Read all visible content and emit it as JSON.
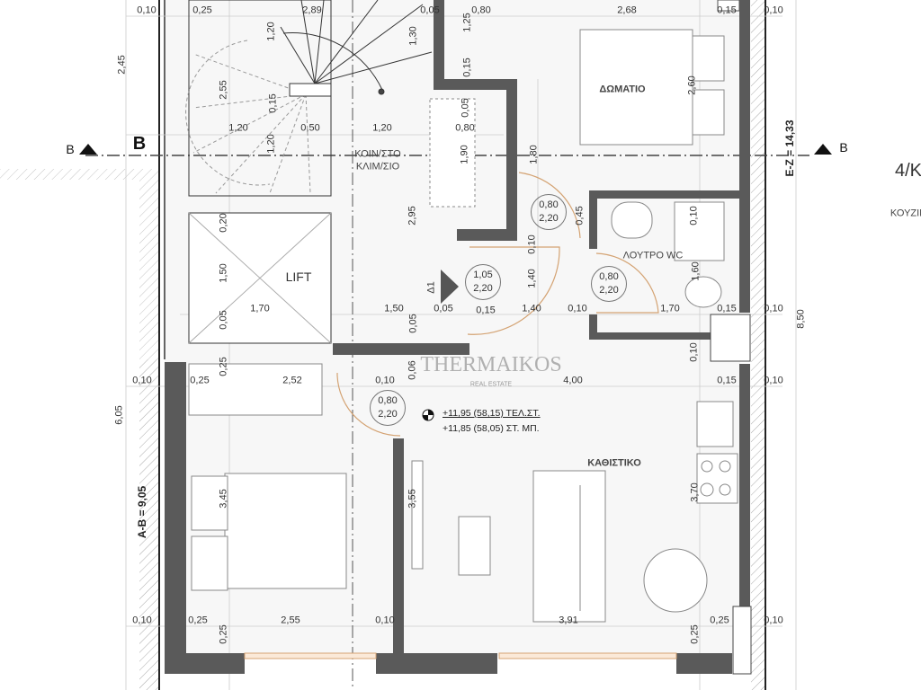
{
  "labels": {
    "rooms": {
      "bedroom1": "ΔΩΜΑΤΙΟ",
      "hall1": "ΚΟΙΝ/ΣΤΟ",
      "hall2": "ΚΛΙΜ/ΣΙΟ",
      "lift": "LIFT",
      "bath": "ΛΟΥΤΡΟ WC",
      "living": "ΚΑΘΙΣΤΙΚΟ",
      "kitchen": "ΚΟΥΖΙΝ",
      "unit": "4/Κ"
    },
    "section": {
      "left_small": "B",
      "left_big": "B",
      "right": "B",
      "detail": "Δ1"
    },
    "totals": {
      "ez": "Ε-Ζ = 14,33",
      "ab": "Α-Β = 9,05",
      "h850": "8,50",
      "h605": "6,05"
    },
    "elevation": {
      "floor": "+11,95 (58,15) ΤΕΛ.ΣΤ.",
      "slab": "+11,85 (58,05) ΣΤ. ΜΠ."
    },
    "watermark": {
      "brand": "THERMAIKOS",
      "sub": "REAL ESTATE"
    }
  },
  "doors": [
    {
      "w": "1,05",
      "h": "2,20"
    },
    {
      "w": "0,80",
      "h": "2,20"
    },
    {
      "w": "0,80",
      "h": "2,20"
    },
    {
      "w": "0,80",
      "h": "2,20"
    }
  ],
  "dims_h": [
    "0,10",
    "0,25",
    "2,89",
    "0,05",
    "0,80",
    "2,68",
    "0,15",
    "0,10",
    "1,20",
    "0,50",
    "1,20",
    "0,80",
    "1,70",
    "1,50",
    "0,05",
    "0,15",
    "1,40",
    "0,10",
    "1,70",
    "0,15",
    "0,10",
    "0,10",
    "0,25",
    "2,52",
    "0,10",
    "4,00",
    "0,15",
    "0,10",
    "0,10",
    "0,25",
    "2,55",
    "0,10",
    "3,91",
    "0,25",
    "0,10"
  ],
  "dims_v": [
    "2,45",
    "1,20",
    "1,30",
    "1,25",
    "0,15",
    "2,55",
    "0,15",
    "1,20",
    "0,05",
    "1,90",
    "1,80",
    "2,95",
    "0,20",
    "1,50",
    "0,05",
    "0,05",
    "0,45",
    "0,10",
    "0,10",
    "1,40",
    "1,60",
    "2,60",
    "0,25",
    "0,06",
    "0,10",
    "3,45",
    "3,55",
    "3,70",
    "0,25",
    "0,25"
  ]
}
